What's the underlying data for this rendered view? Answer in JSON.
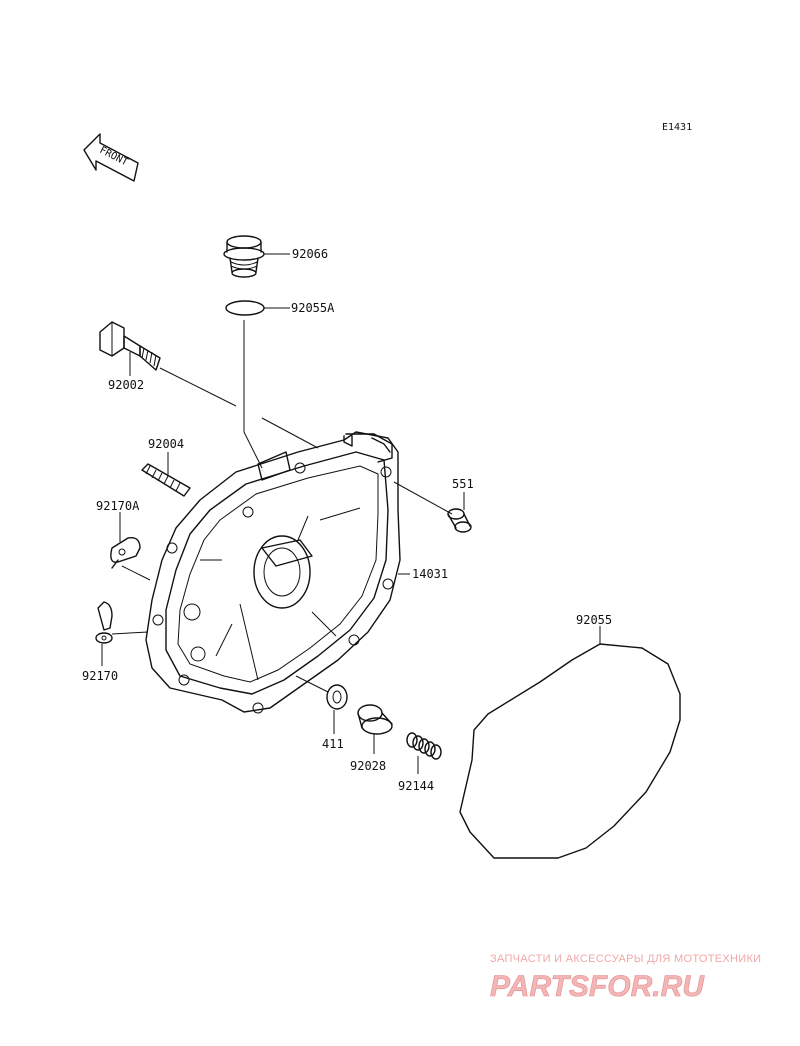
{
  "diagram": {
    "code": "E1431",
    "front_label": "FRONT",
    "parts": {
      "plug": "92066",
      "small_oring": "92055A",
      "bolt": "92002",
      "stud": "92004",
      "clamp_a": "92170A",
      "clamp": "92170",
      "dowel": "551",
      "cover": "14031",
      "large_gasket": "92055",
      "seal": "411",
      "bushing": "92028",
      "spring": "92144"
    }
  },
  "watermark": {
    "tagline": "ЗАПЧАСТИ И АКСЕССУАРЫ ДЛЯ МОТОТЕХНИКИ",
    "brand": "PARTSFOR.RU",
    "colors": {
      "text": "#f2b6b6",
      "outline": "#e58d8d"
    }
  }
}
